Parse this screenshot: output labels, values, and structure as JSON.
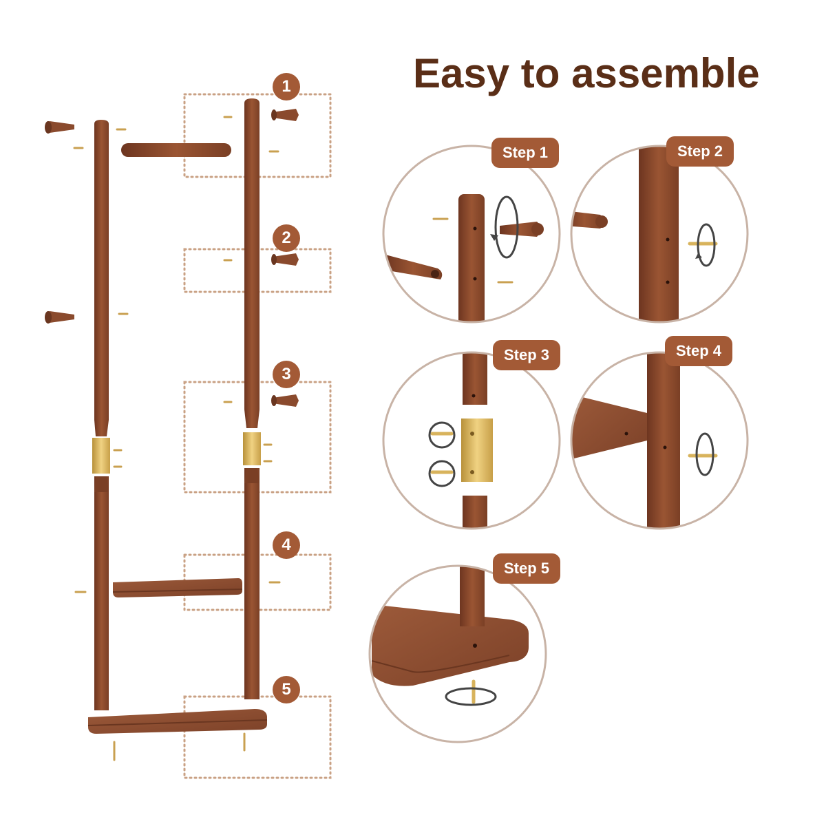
{
  "title": "Easy to assemble",
  "colors": {
    "wood": "#8a4a2d",
    "wood_dark": "#6a3620",
    "wood_light": "#a8684a",
    "label_bg": "#a35a36",
    "title": "#5a2e17",
    "dotted": "#c9a184",
    "circle_border": "#c8b3a6",
    "brass": "#d8b35c"
  },
  "step_numbers": [
    "1",
    "2",
    "3",
    "4",
    "5"
  ],
  "steps": [
    {
      "label": "Step 1",
      "icon": "rotate-hook-icon"
    },
    {
      "label": "Step 2",
      "icon": "rotate-screw-icon"
    },
    {
      "label": "Step 3",
      "icon": "connector-screw-icon"
    },
    {
      "label": "Step 4",
      "icon": "shelf-screw-icon"
    },
    {
      "label": "Step 5",
      "icon": "base-screw-icon"
    }
  ]
}
